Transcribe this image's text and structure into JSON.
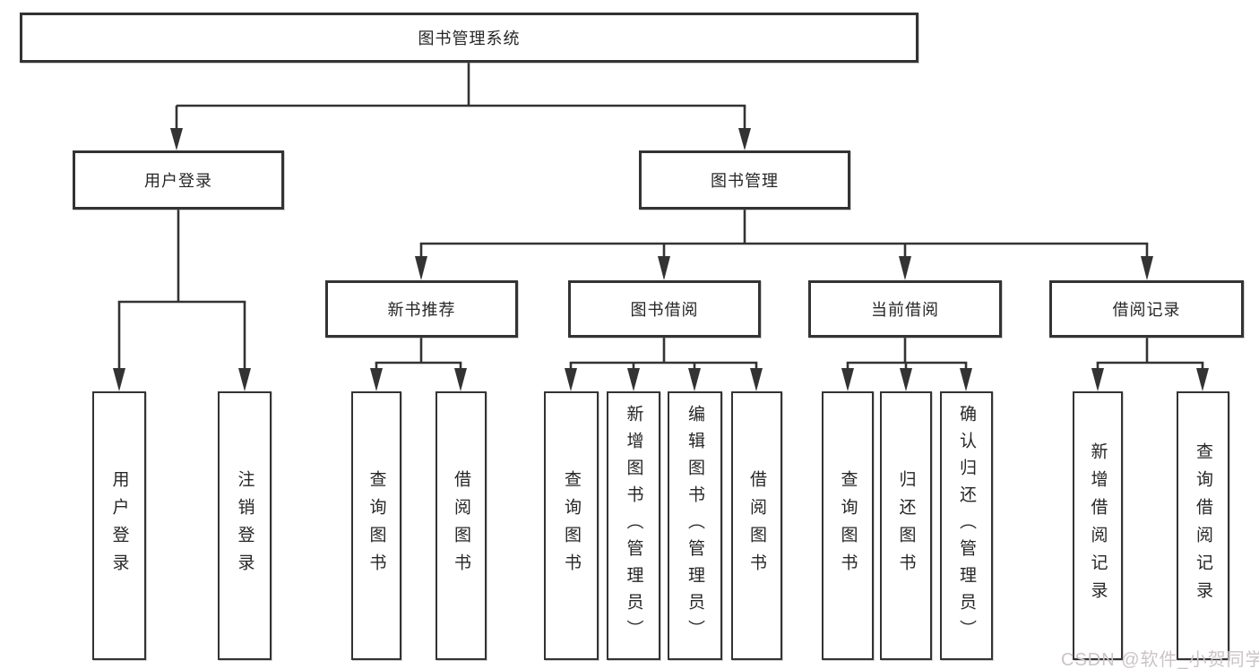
{
  "tree": {
    "root": "图书管理系统",
    "level2": {
      "login": "用户登录",
      "management": "图书管理"
    },
    "level3": {
      "recommend": "新书推荐",
      "borrow": "图书借阅",
      "current": "当前借阅",
      "records": "借阅记录"
    },
    "leaves": {
      "login": [
        "用户登录",
        "注销登录"
      ],
      "recommend": [
        "查询图书",
        "借阅图书"
      ],
      "borrow": [
        "查询图书",
        "新增图书（管理员）",
        "编辑图书（管理员）",
        "借阅图书"
      ],
      "current": [
        "查询图书",
        "归还图书",
        "确认归还（管理员）"
      ],
      "records": [
        "新增借阅记录",
        "查询借阅记录"
      ]
    }
  },
  "watermark": "CSDN @软件_小贺同学",
  "colors": {
    "line": "#333333",
    "text": "#262626",
    "watermark": "#cbc4c6",
    "background": "#ffffff"
  }
}
